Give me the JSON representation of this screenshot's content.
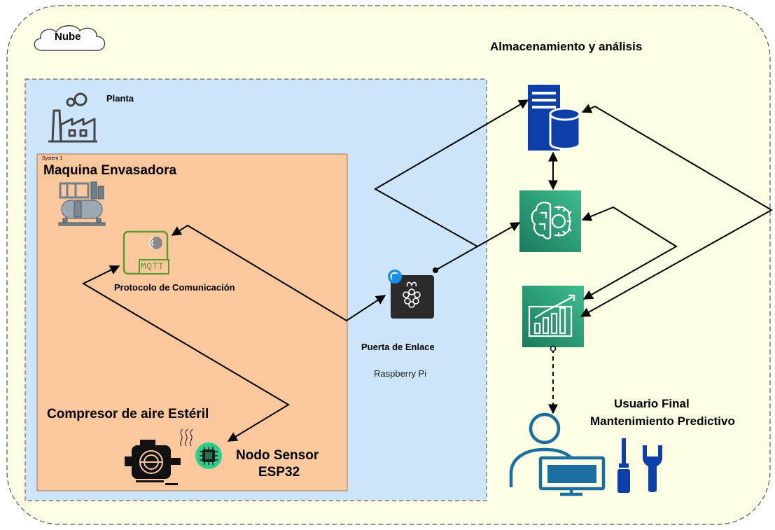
{
  "cloud": {
    "label": "Nube",
    "title": "Almacenamiento y análisis"
  },
  "plant": {
    "label": "Planta"
  },
  "machine": {
    "system_tag": "System 1",
    "title": "Maquina Envasadora",
    "protocol_badge": "MQTT",
    "protocol_label": "Protocolo de Comunicación",
    "compressor_title": "Compresor de aire Estéril",
    "sensor_line1": "Nodo Sensor",
    "sensor_line2": "ESP32"
  },
  "gateway": {
    "title": "Puerta de Enlace",
    "subtitle": "Raspberry Pi"
  },
  "user": {
    "line1": "Usuario Final",
    "line2": "Mantenimiento Predictivo"
  },
  "colors": {
    "cloud_fill": "#fdfde3",
    "plant_fill": "#cce5fa",
    "machine_fill": "#fac89c",
    "aws_green": "#1f8f6f",
    "server_blue": "#0d3fa8",
    "user_blue": "#1a6fa0",
    "tool_blue": "#0d3fa8",
    "mqtt_green": "#5b9a2e"
  },
  "icons": [
    "factory-icon",
    "machine-icon",
    "mqtt-icon",
    "motor-icon",
    "chip-icon",
    "raspberry-pi-icon",
    "server-database-icon",
    "ml-brain-icon",
    "analytics-chart-icon",
    "user-computer-icon",
    "tools-icon"
  ]
}
